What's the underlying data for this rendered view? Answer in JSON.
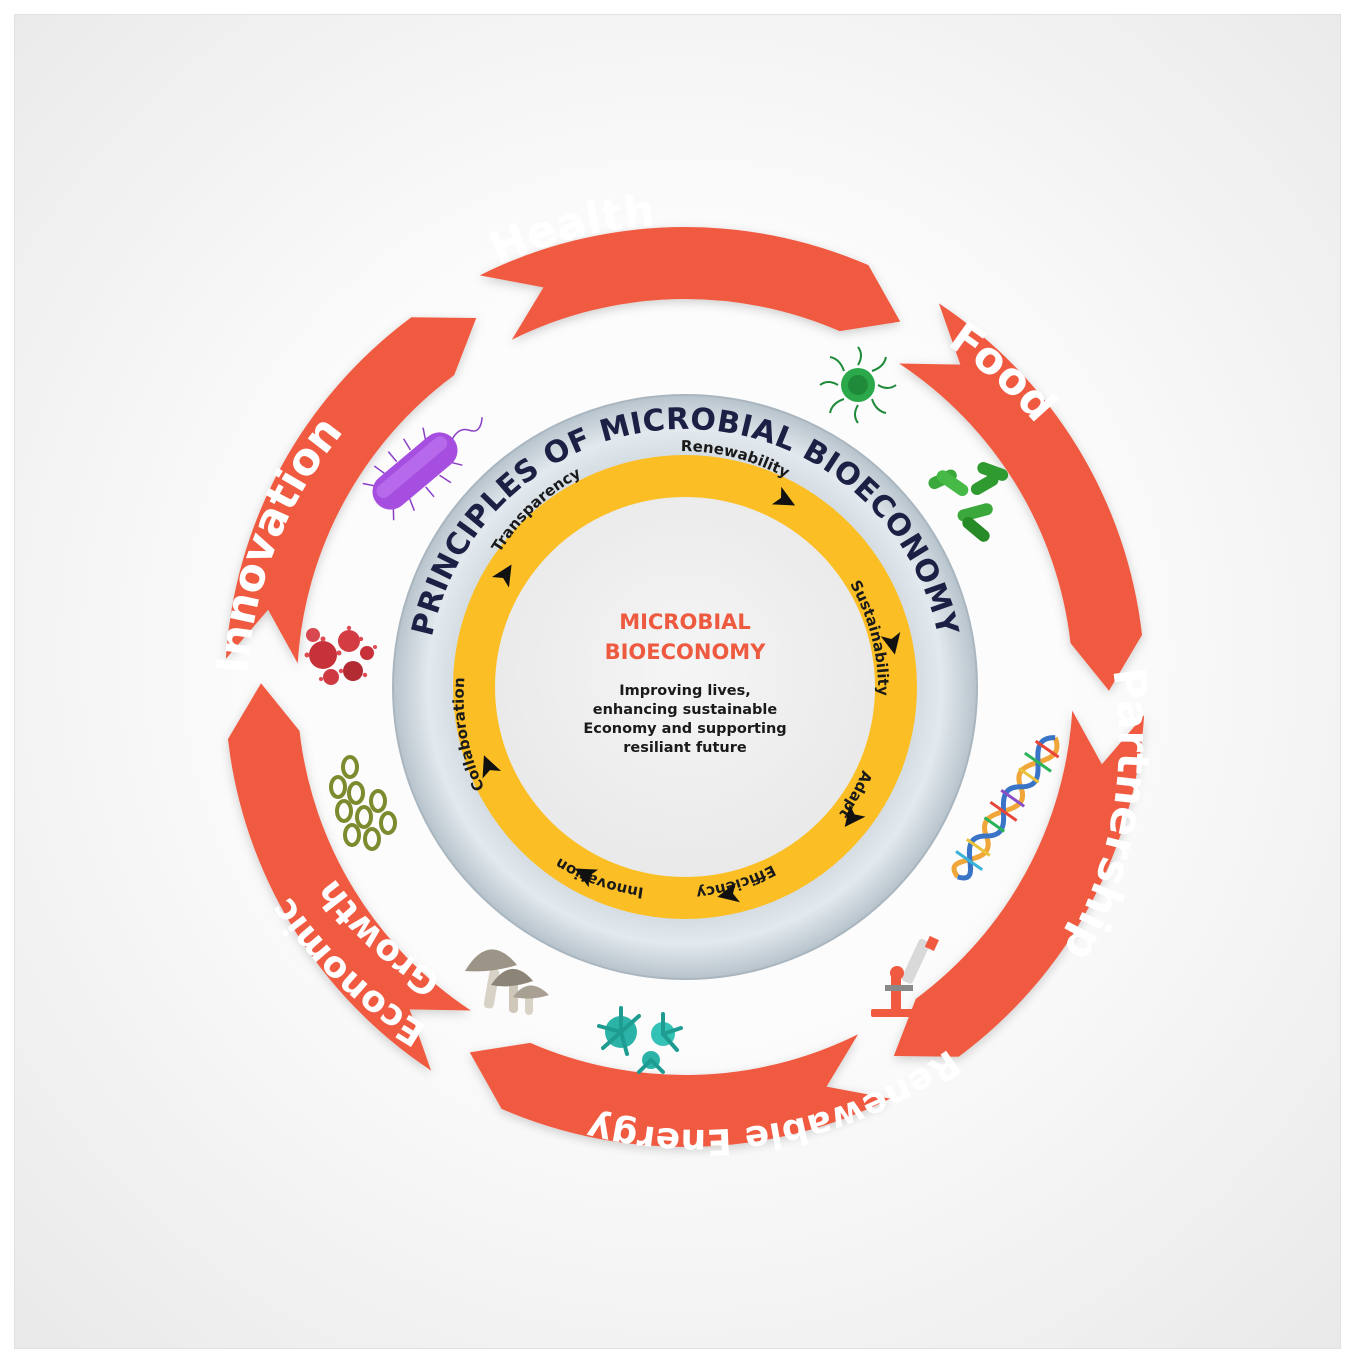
{
  "outer_cycle": {
    "items": [
      {
        "label": "Health"
      },
      {
        "label": "Food"
      },
      {
        "label": "Partnership"
      },
      {
        "label": "Renewable Energy"
      },
      {
        "label": "Economic",
        "label2": "Growth"
      },
      {
        "label": "Innovation"
      }
    ],
    "color": "#f05a40"
  },
  "principles": {
    "title": "PRINCIPLES OF MICROBIAL BIOECONOMY",
    "ring_color": "#fbbf25",
    "items": [
      {
        "label": "Renewability"
      },
      {
        "label": "Sustainability"
      },
      {
        "label": "Adaptability"
      },
      {
        "label": "Efficiency"
      },
      {
        "label": "Innovation"
      },
      {
        "label": "Collaboration"
      },
      {
        "label": "Transparency"
      }
    ]
  },
  "center": {
    "title_line1": "MICROBIAL",
    "title_line2": "BIOECONOMY",
    "desc_line1": "Improving lives,",
    "desc_line2": "enhancing sustainable",
    "desc_line3": "Economy and supporting",
    "desc_line4": "resiliant future"
  },
  "icons": [
    "virus-icon",
    "bacteria-cluster-icon",
    "rod-bacterium-icon",
    "coronavirus-cluster-icon",
    "cocci-chain-icon",
    "mushroom-icon",
    "fungal-spores-icon",
    "microscope-icon",
    "dna-helix-icon"
  ]
}
